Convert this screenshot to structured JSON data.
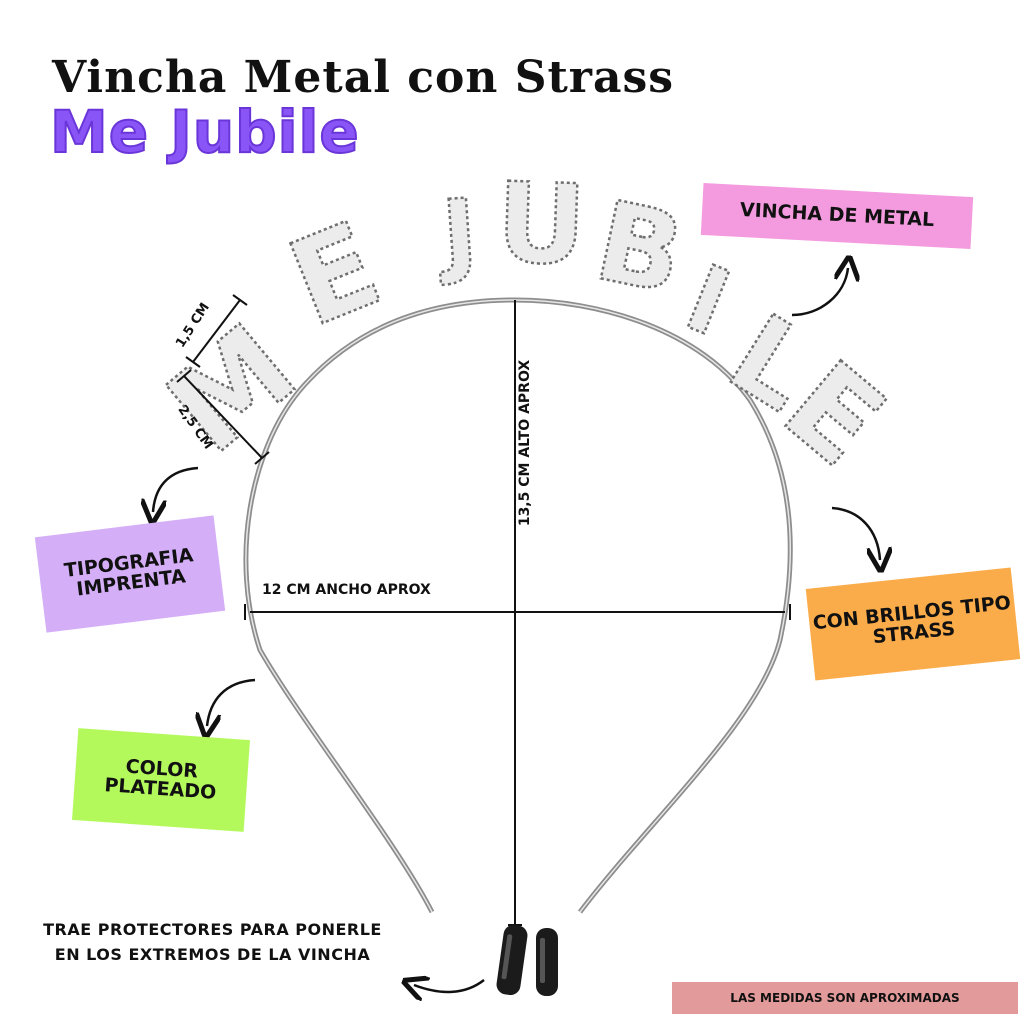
{
  "title": "Vincha Metal con Strass",
  "subtitle": "Me Jubile",
  "tiara_text": [
    "M",
    "E",
    "J",
    "U",
    "B",
    "I",
    "L",
    "E"
  ],
  "labels": {
    "metal": "Vincha de Metal",
    "tipografia": "Tipografia Imprenta",
    "brillos": "Con Brillos Tipo Strass",
    "color": "Color Plateado",
    "medidas": "Las medidas son aproximadas"
  },
  "note": "Trae protectores para ponerle en los extremos de la vincha",
  "dimensions": {
    "width": "12 cm ancho aprox",
    "height": "13,5 cm alto aprox",
    "letter_small": "1,5 cm",
    "letter_large": "2,5 cm"
  },
  "colors": {
    "accent": "#8a55f7",
    "pink": "#f49be0",
    "lilac": "#d4aef7",
    "orange": "#fbac4a",
    "green": "#b4f95c",
    "rose": "#e29a9a",
    "metal": "#9a9a9a"
  }
}
